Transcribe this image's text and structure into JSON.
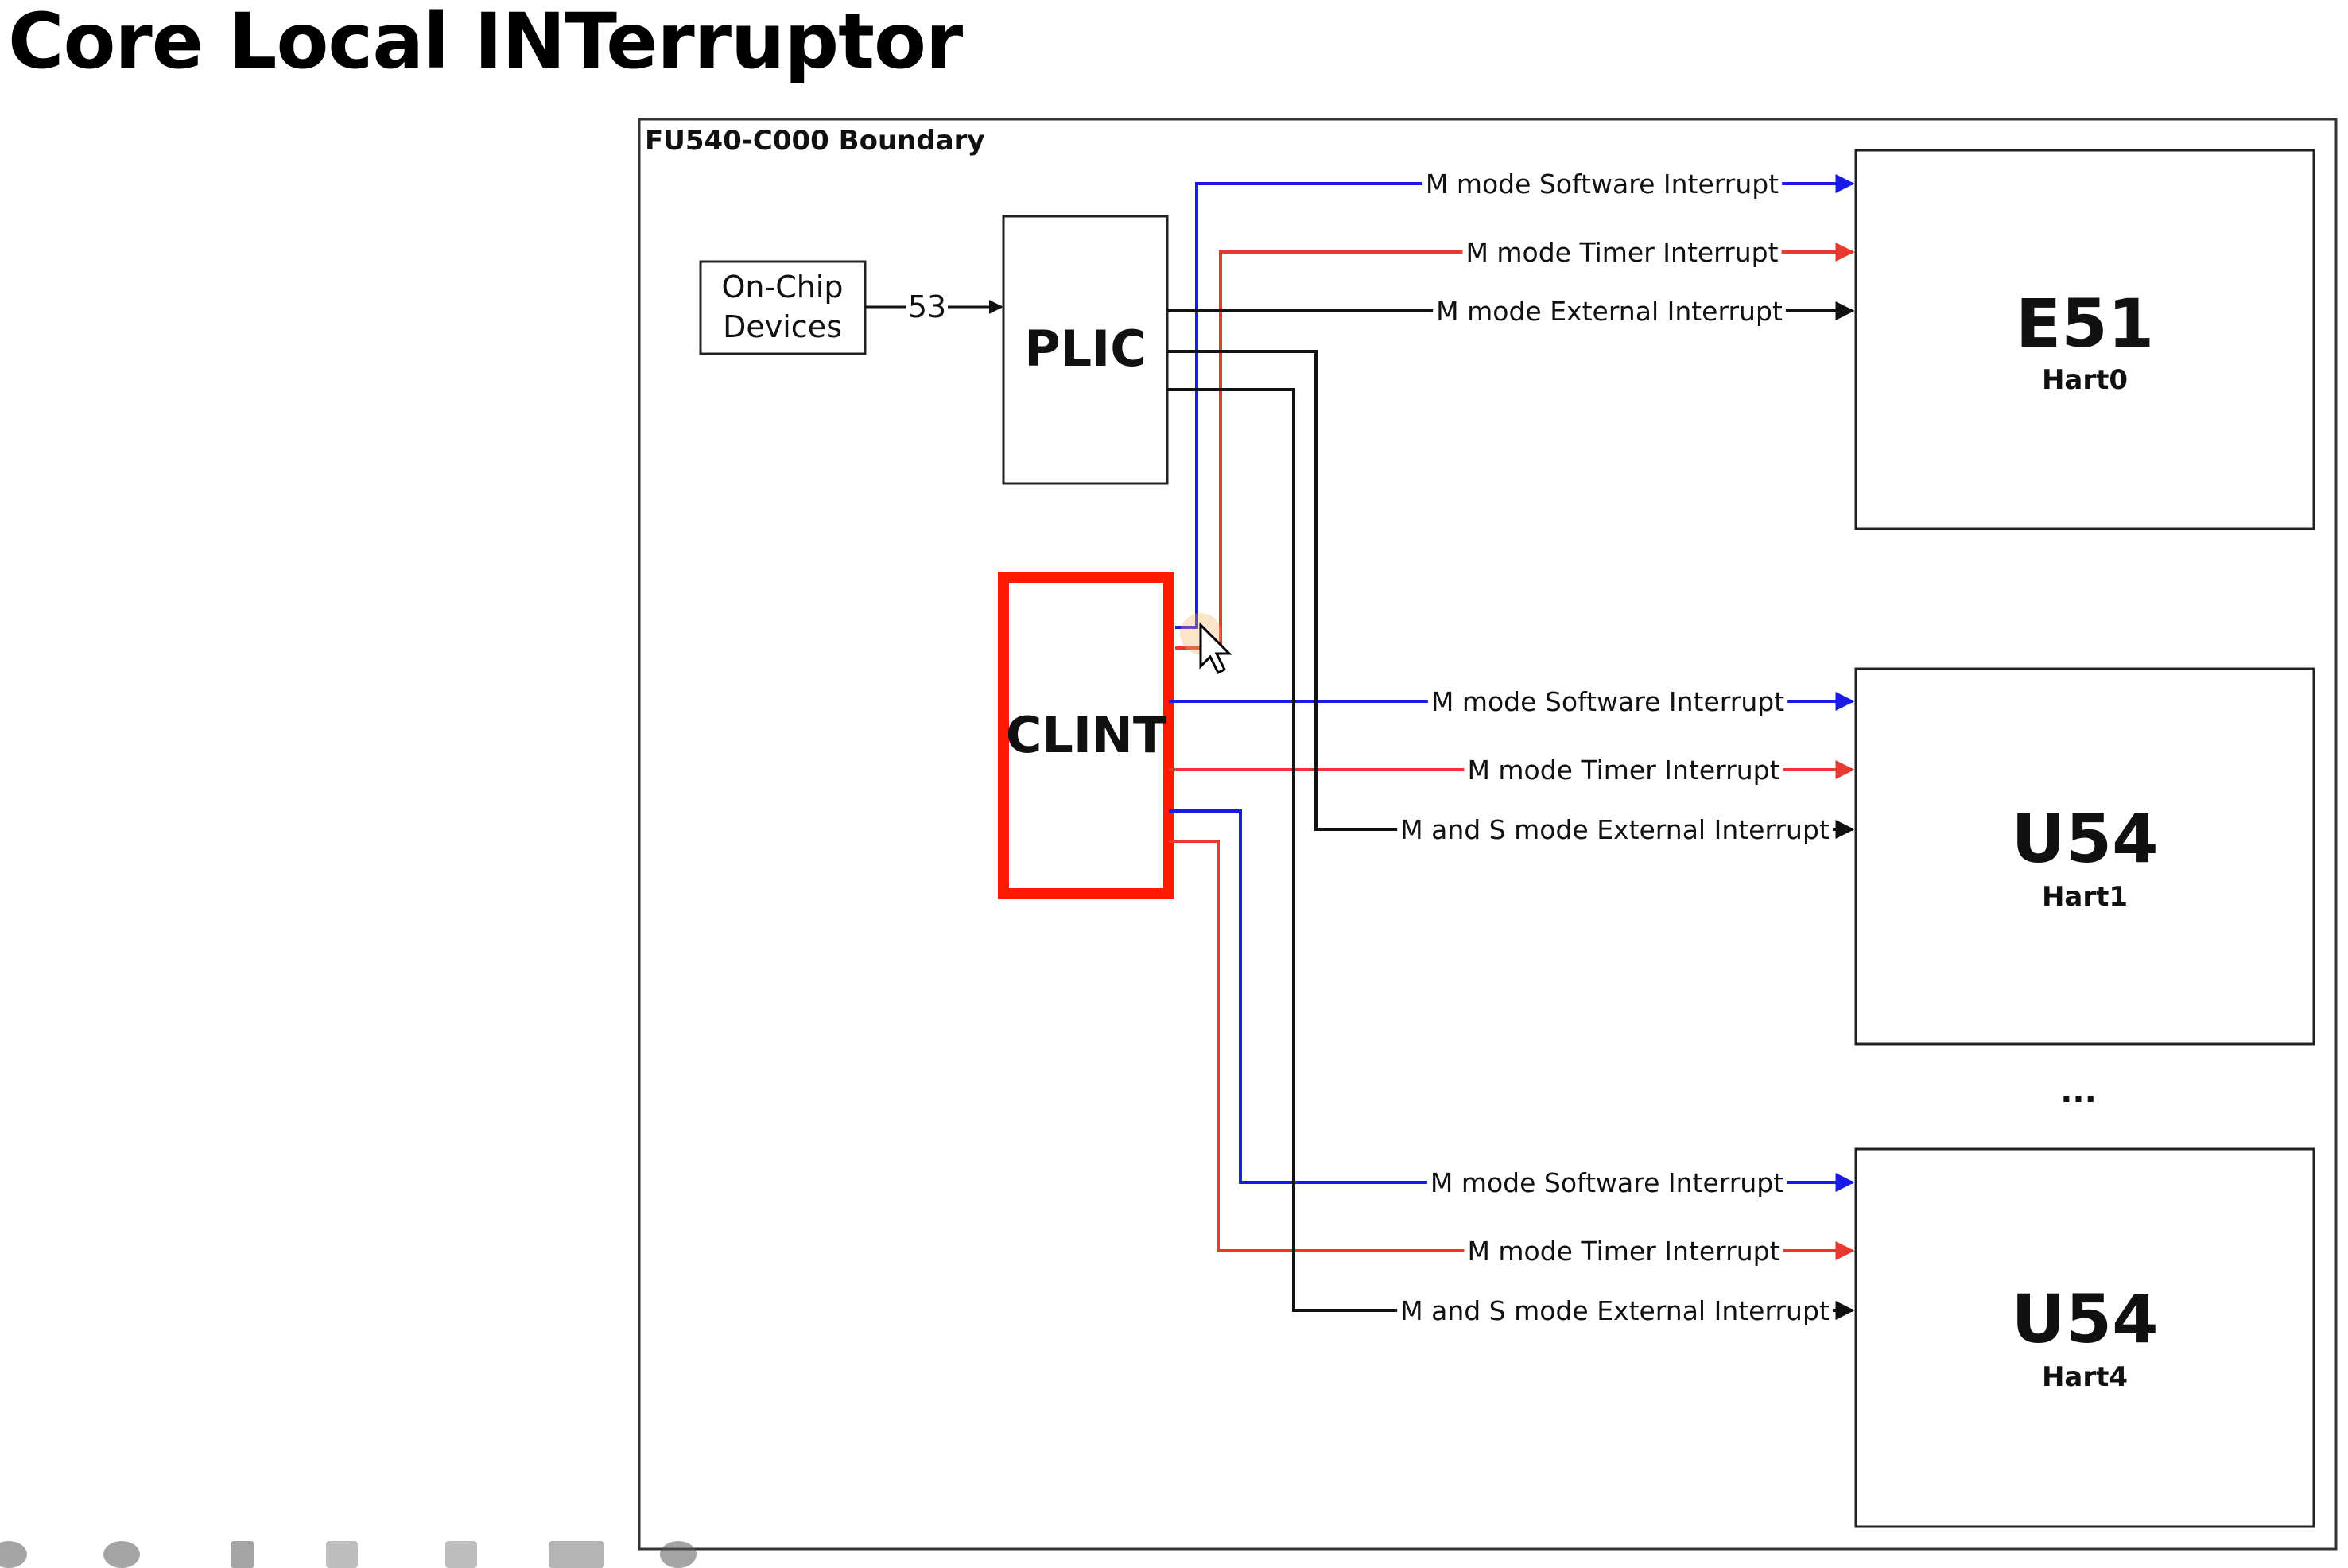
{
  "slide": {
    "title": "Core Local INTerruptor"
  },
  "diagram": {
    "boundary_label": "FU540-C000 Boundary",
    "onchip": {
      "line1": "On-Chip",
      "line2": "Devices"
    },
    "bus_width": "53",
    "plic_label": "PLIC",
    "clint_label": "CLINT",
    "ellipsis": "...",
    "colors": {
      "software": "#1a1ae6",
      "timer": "#e8382f",
      "external": "#111111",
      "highlight": "#ff1a00"
    },
    "harts": [
      {
        "core": "E51",
        "hart": "Hart0",
        "signals": [
          {
            "label": "M mode Software Interrupt",
            "kind": "software"
          },
          {
            "label": "M mode Timer Interrupt",
            "kind": "timer"
          },
          {
            "label": "M mode External Interrupt",
            "kind": "external"
          }
        ]
      },
      {
        "core": "U54",
        "hart": "Hart1",
        "signals": [
          {
            "label": "M mode Software Interrupt",
            "kind": "software"
          },
          {
            "label": "M mode Timer Interrupt",
            "kind": "timer"
          },
          {
            "label": "M and S mode External Interrupt",
            "kind": "external"
          }
        ]
      },
      {
        "core": "U54",
        "hart": "Hart4",
        "signals": [
          {
            "label": "M mode Software Interrupt",
            "kind": "software"
          },
          {
            "label": "M mode Timer Interrupt",
            "kind": "timer"
          },
          {
            "label": "M and S mode External Interrupt",
            "kind": "external"
          }
        ]
      }
    ]
  }
}
